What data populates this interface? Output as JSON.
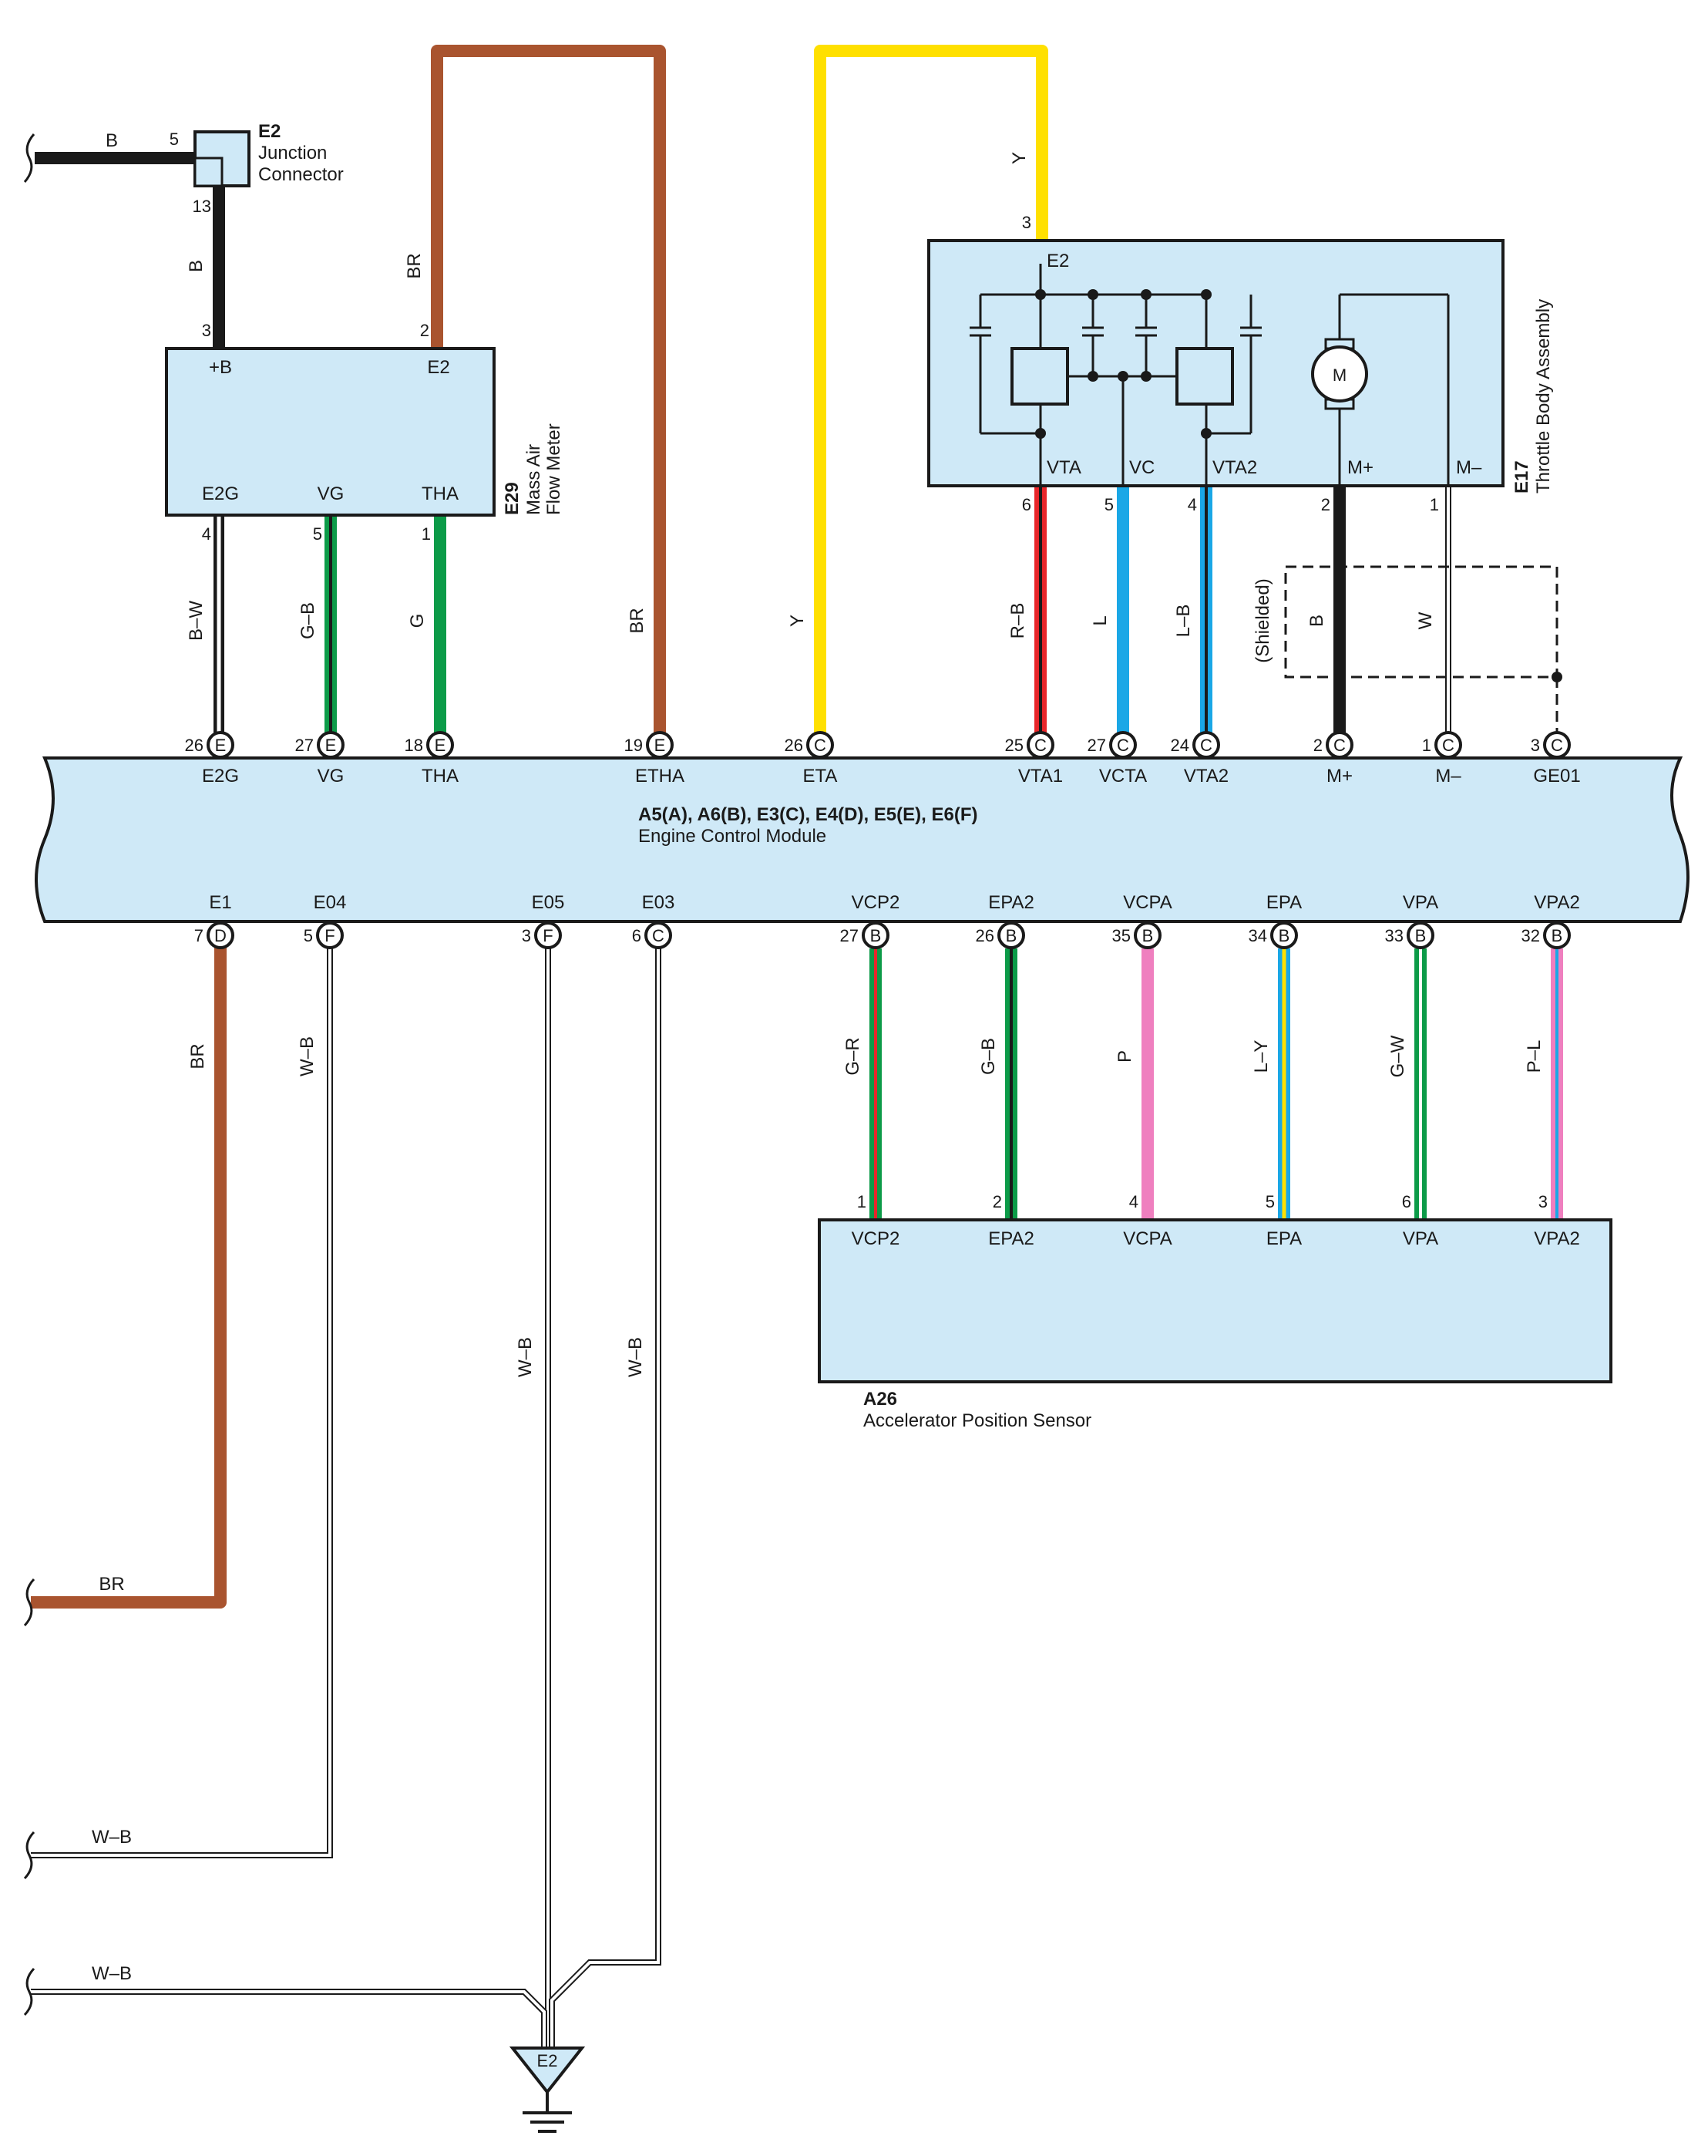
{
  "colors": {
    "B": "#1a1a1a",
    "BR": "#a9542f",
    "Y": "#ffe000",
    "G": "#0c9b48",
    "L": "#1aa7e6",
    "R": "#e8262a",
    "P": "#ef7fbf",
    "W": "#ffffff",
    "box_fill": "#cfe9f7"
  },
  "components": {
    "e2_junction": {
      "id": "E2",
      "name_line1": "Junction",
      "name_line2": "Connector",
      "pin_in": "5",
      "pin_out": "13"
    },
    "e29": {
      "id": "E29",
      "name_line1": "Mass Air",
      "name_line2": "Flow Meter",
      "pins_top": [
        {
          "label": "+B",
          "num": "3"
        },
        {
          "label": "E2",
          "num": "2"
        }
      ],
      "pins_bottom": [
        {
          "label": "E2G",
          "num": "4"
        },
        {
          "label": "VG",
          "num": "5"
        },
        {
          "label": "THA",
          "num": "1"
        }
      ]
    },
    "e17": {
      "id": "E17",
      "name": "Throttle Body Assembly",
      "motor": "M",
      "pin_top": {
        "label": "E2",
        "num": "3"
      },
      "pins_bottom": [
        {
          "label": "VTA",
          "num": "6"
        },
        {
          "label": "VC",
          "num": "5"
        },
        {
          "label": "VTA2",
          "num": "4"
        },
        {
          "label": "M+",
          "num": "2"
        },
        {
          "label": "M–",
          "num": "1"
        }
      ]
    },
    "ecm": {
      "id": "A5(A), A6(B), E3(C), E4(D), E5(E), E6(F)",
      "name": "Engine Control Module",
      "top_pins": [
        {
          "label": "E2G",
          "num": "26",
          "conn": "E"
        },
        {
          "label": "VG",
          "num": "27",
          "conn": "E"
        },
        {
          "label": "THA",
          "num": "18",
          "conn": "E"
        },
        {
          "label": "ETHA",
          "num": "19",
          "conn": "E"
        },
        {
          "label": "ETA",
          "num": "26",
          "conn": "C"
        },
        {
          "label": "VTA1",
          "num": "25",
          "conn": "C"
        },
        {
          "label": "VCTA",
          "num": "27",
          "conn": "C"
        },
        {
          "label": "VTA2",
          "num": "24",
          "conn": "C"
        },
        {
          "label": "M+",
          "num": "2",
          "conn": "C"
        },
        {
          "label": "M–",
          "num": "1",
          "conn": "C"
        },
        {
          "label": "GE01",
          "num": "3",
          "conn": "C"
        }
      ],
      "bottom_pins": [
        {
          "label": "E1",
          "num": "7",
          "conn": "D"
        },
        {
          "label": "E04",
          "num": "5",
          "conn": "F"
        },
        {
          "label": "E05",
          "num": "3",
          "conn": "F"
        },
        {
          "label": "E03",
          "num": "6",
          "conn": "C"
        },
        {
          "label": "VCP2",
          "num": "27",
          "conn": "B"
        },
        {
          "label": "EPA2",
          "num": "26",
          "conn": "B"
        },
        {
          "label": "VCPA",
          "num": "35",
          "conn": "B"
        },
        {
          "label": "EPA",
          "num": "34",
          "conn": "B"
        },
        {
          "label": "VPA",
          "num": "33",
          "conn": "B"
        },
        {
          "label": "VPA2",
          "num": "32",
          "conn": "B"
        }
      ]
    },
    "a26": {
      "id": "A26",
      "name": "Accelerator Position Sensor",
      "pins": [
        {
          "label": "VCP2",
          "num": "1"
        },
        {
          "label": "EPA2",
          "num": "2"
        },
        {
          "label": "VCPA",
          "num": "4"
        },
        {
          "label": "EPA",
          "num": "5"
        },
        {
          "label": "VPA",
          "num": "6"
        },
        {
          "label": "VPA2",
          "num": "3"
        }
      ]
    },
    "ground": {
      "label": "E2"
    }
  },
  "wires": {
    "b_in": "B",
    "b_junction_to_e29": "B",
    "br_e29_to_ecm": "BR",
    "y_e17_to_ecm": "Y",
    "e2g": "B–W",
    "vg": "G–B",
    "tha": "G",
    "etha": "BR",
    "eta": "Y",
    "vta1": "R–B",
    "vcta": "L",
    "vta2": "L–B",
    "m_plus": "B",
    "m_minus": "W",
    "shielded": "(Shielded)",
    "e1": "BR",
    "e04": "W–B",
    "e05": "W–B",
    "e03": "W–B",
    "vcp2": "G–R",
    "epa2": "G–B",
    "vcpa": "P",
    "epa": "L–Y",
    "vpa": "G–W",
    "vpa2": "P–L",
    "left_br": "BR",
    "left_wb1": "W–B",
    "left_wb2": "W–B"
  }
}
